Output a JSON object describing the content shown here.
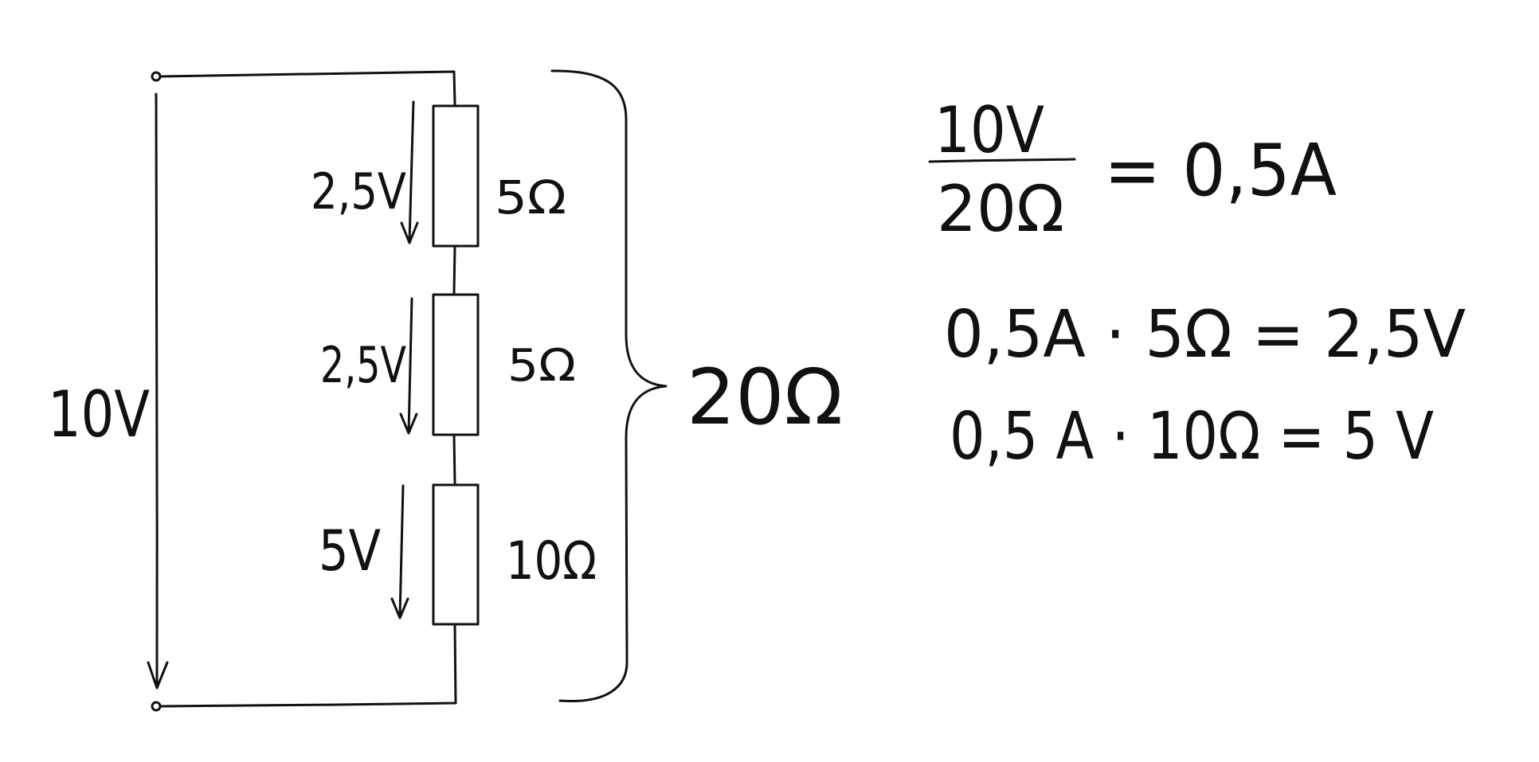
{
  "diagram": {
    "source_voltage": "10V",
    "total_resistance": "20Ω",
    "resistors": [
      {
        "voltage": "2,5V",
        "resistance": "5Ω"
      },
      {
        "voltage": "2,5V",
        "resistance": "5Ω"
      },
      {
        "voltage": "5V",
        "resistance": "10Ω"
      }
    ]
  },
  "equations": {
    "current_numerator": "10V",
    "current_denominator": "20Ω",
    "current_result": "= 0,5A",
    "line2": "0,5A ·   5Ω = 2,5V",
    "line3": "0,5 A · 10Ω = 5 V"
  },
  "colors": {
    "ink": "#111111",
    "background": "#ffffff"
  }
}
